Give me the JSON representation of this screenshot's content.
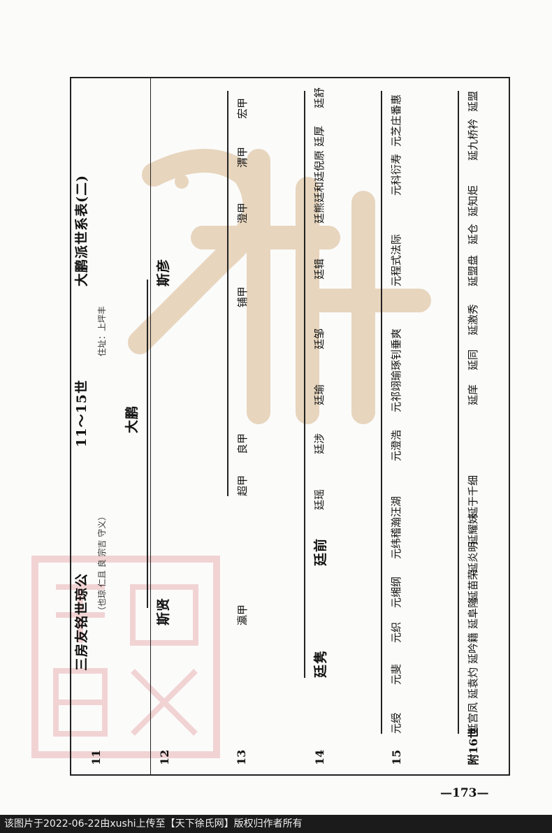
{
  "header": {
    "branch": "三房友铭世琼公",
    "range": "11～15世",
    "title": "大鹏派世系表(二)"
  },
  "notes": {
    "residence": "住址：上坪丰",
    "also_line": "（也琼 仁且 良 宗吉 守义）"
  },
  "generations": {
    "g11": "11",
    "g12": "12",
    "g13": "13",
    "g14": "14",
    "g15": "15",
    "g16": "附16世"
  },
  "persons": {
    "dapeng": "大鹏",
    "sixian": "斯贤",
    "siyan": "斯彦",
    "yingjia": "瀛甲",
    "chaojia": "超甲",
    "liangjia": "良甲",
    "pujia": "铺甲",
    "dengjia": "澄甲",
    "weijia": "渭甲",
    "hongjia": "宏甲",
    "yanjiu": "廷隽",
    "yanqian": "廷前",
    "yanyao": "廷瑶",
    "yanshe": "廷涉",
    "yanyu": "廷瑜",
    "yanzou": "廷邹",
    "yanji": "廷辑",
    "yanxiong": "廷熊",
    "yanhe": "廷和",
    "yanniyuan": "廷倪原",
    "yanhou": "廷厚",
    "yanshu": "廷舒",
    "g15_1": "元绶",
    "g15_2": "元斐",
    "g15_3": "元织",
    "g15_4": "元缃纲",
    "g15_5": "元纬稽瀚汪湖",
    "g15_6": "元澄浩",
    "g15_7": "元祁翊瑜琢钊垂爽",
    "g15_8": "元程式法际",
    "g15_9": "元科衍寿",
    "g15_10": "元芝庄番惠",
    "g16_1": "延宫凤",
    "g16_2": "延袁灼",
    "g16_3": "延吟籍",
    "g16_4": "延阜隆",
    "g16_5": "延苗荣",
    "g16_6": "延炎明",
    "g16_7": "延耀妹",
    "g16_8": "延于千细",
    "g16_9": "延庠",
    "g16_10": "延同",
    "g16_11": "延激秀",
    "g16_12": "延盟盘",
    "g16_13": "延仓",
    "g16_14": "延知炬",
    "g16_15": "延九桥衿",
    "g16_16": "延盟"
  },
  "page_number": "—173—",
  "footer": {
    "text": "该图片于2022-06-22由xushi上传至【天下徐氏网】版权归作者所有"
  },
  "colors": {
    "watermark": "#e7d5bd",
    "seal": "#f1d3d3",
    "footer_bg": "#1b1b1b",
    "footer_text": "#f1f1f1"
  }
}
